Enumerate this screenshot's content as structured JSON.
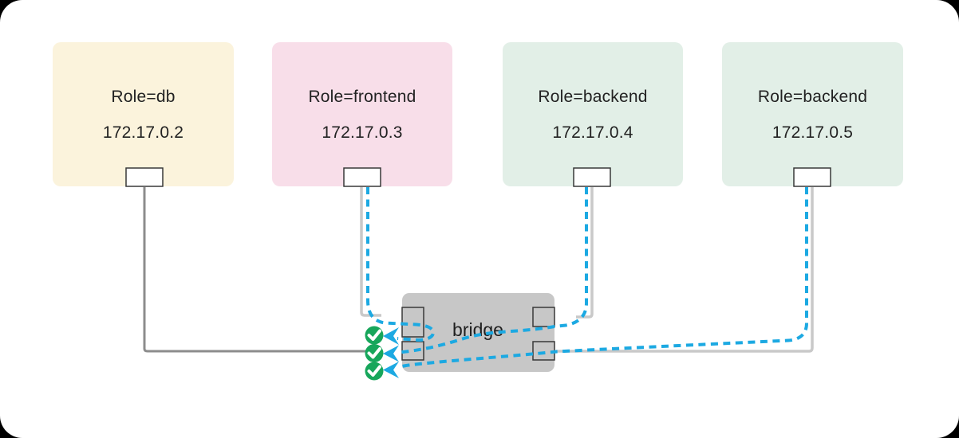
{
  "diagram": {
    "title_hint": "docker bridge network diagram",
    "containers": [
      {
        "role_label": "Role=db",
        "ip": "172.17.0.2",
        "color": "#fbf3dc"
      },
      {
        "role_label": "Role=frontend",
        "ip": "172.17.0.3",
        "color": "#f8dee9"
      },
      {
        "role_label": "Role=backend",
        "ip": "172.17.0.4",
        "color": "#e2efe7"
      },
      {
        "role_label": "Role=backend",
        "ip": "172.17.0.5",
        "color": "#e2efe7"
      }
    ],
    "bridge": {
      "label": "bridge",
      "color": "#c7c7c7"
    },
    "colors": {
      "dashed_link": "#1ca9e2",
      "solid_link_dark": "#8c8c8c",
      "solid_link_light": "#c9c9c9",
      "check_green": "#17a65b",
      "text": "#222222"
    },
    "links": [
      {
        "from": "172.17.0.2",
        "to": "bridge",
        "style": "solid",
        "note": "veth cable"
      },
      {
        "from": "172.17.0.3",
        "to": "bridge",
        "style": "solid",
        "note": "veth cable"
      },
      {
        "from": "172.17.0.4",
        "to": "bridge",
        "style": "solid",
        "note": "veth cable"
      },
      {
        "from": "172.17.0.5",
        "to": "bridge",
        "style": "solid",
        "note": "veth cable"
      },
      {
        "from": "172.17.0.3",
        "to": "check-1",
        "style": "dashed",
        "note": "traffic through bridge, verified"
      },
      {
        "from": "172.17.0.4",
        "to": "check-2",
        "style": "dashed",
        "note": "traffic through bridge, verified"
      },
      {
        "from": "172.17.0.5",
        "to": "check-3",
        "style": "dashed",
        "note": "traffic through bridge, verified"
      }
    ],
    "status_icons": [
      {
        "name": "check-icon"
      },
      {
        "name": "check-icon"
      },
      {
        "name": "check-icon"
      }
    ]
  }
}
